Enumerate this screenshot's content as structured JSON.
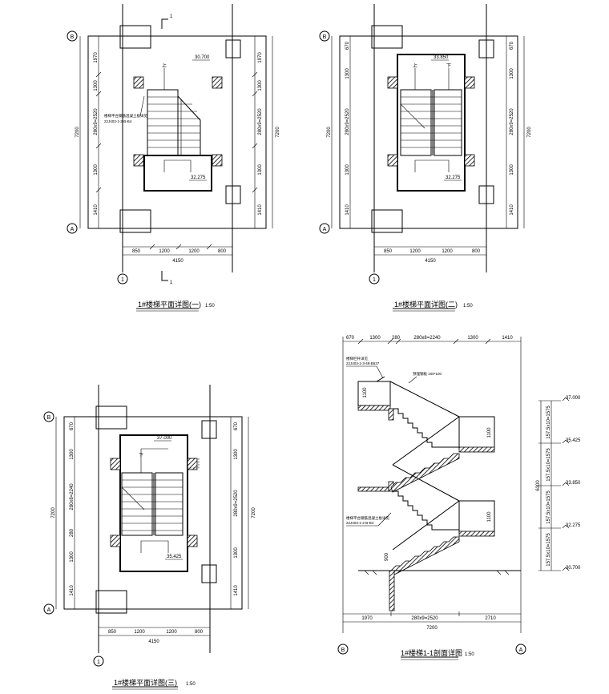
{
  "plans": [
    {
      "caption": "1#楼梯平面详图(一)",
      "scale": "1:50",
      "axis_top": "B",
      "axis_bottom": "A",
      "axis_col": "1",
      "section_mark": "1",
      "left_dims": [
        "1970",
        "1300",
        "280x9=2520",
        "1300",
        "1410"
      ],
      "left_total": "7200",
      "right_dims": [
        "1970",
        "1300",
        "280x9=2520",
        "1300",
        "1410"
      ],
      "right_total": "7200",
      "bottom_dims": [
        "850",
        "1200",
        "1200",
        "800"
      ],
      "bottom_total": "4150",
      "elev_top": "30.700",
      "elev_bottom": "32.275",
      "note_line1": "楼梯平台钢筋混凝土板详见",
      "note_line2": "22J403-1-2-B-B4",
      "up_mark": "上"
    },
    {
      "caption": "1#楼梯平面详图(二)",
      "scale": "1:50",
      "axis_top": "B",
      "axis_bottom": "A",
      "axis_col": "1",
      "left_dims": [
        "670",
        "1300",
        "280x9=2520",
        "1300",
        "1410"
      ],
      "left_total": "7200",
      "right_dims": [
        "670",
        "1300",
        "280x9=2520",
        "1300",
        "1410"
      ],
      "right_total": "7200",
      "bottom_dims": [
        "850",
        "1200",
        "1200",
        "800"
      ],
      "bottom_total": "4150",
      "elev_top": "33.850",
      "elev_bottom": "32.275",
      "up_mark": "上",
      "down_mark": "下"
    },
    {
      "caption": "1#楼梯平面详图(三)",
      "scale": "1:50",
      "axis_top": "B",
      "axis_bottom": "A",
      "axis_col": "1",
      "left_dims": [
        "670",
        "1300",
        "280x8=2240",
        "280",
        "1300",
        "1410"
      ],
      "left_total": "7200",
      "right_dims": [
        "670",
        "1300",
        "280x9=2520",
        "1300",
        "1410"
      ],
      "right_total": "7200",
      "bottom_dims": [
        "850",
        "1200",
        "1200",
        "800"
      ],
      "bottom_total": "4150",
      "elev_top": "37.000",
      "elev_bottom": "35.425",
      "down_mark": "下"
    }
  ],
  "section": {
    "caption": "1#楼梯1-1剖面详图",
    "scale": "1:50",
    "axis_left": "B",
    "axis_right": "A",
    "top_dims": [
      "670",
      "1300",
      "280",
      "280x8=2240",
      "1300",
      "1410"
    ],
    "bottom_dims": [
      "1970",
      "280x9=2520",
      "2710"
    ],
    "bottom_total": "7200",
    "right_dims": [
      "157.5x10=1575",
      "157.5x10=1575",
      "157.5x10=1575",
      "157.5x10=1575"
    ],
    "right_total": "6300",
    "elevations": [
      "37.000",
      "35.425",
      "33.850",
      "32.275",
      "30.700"
    ],
    "note1_line1": "楼梯栏杆详见",
    "note1_line2": "22J403-1-3-49-B637",
    "note2": "预埋钢板 100*100",
    "note3_line1": "楼梯平台钢筋混凝土板详见",
    "note3_line2": "22J403-1-2-B-B4",
    "rail_h1": "1100",
    "rail_h2": "1100",
    "rail_h3": "1100",
    "rail_h4": "900"
  }
}
